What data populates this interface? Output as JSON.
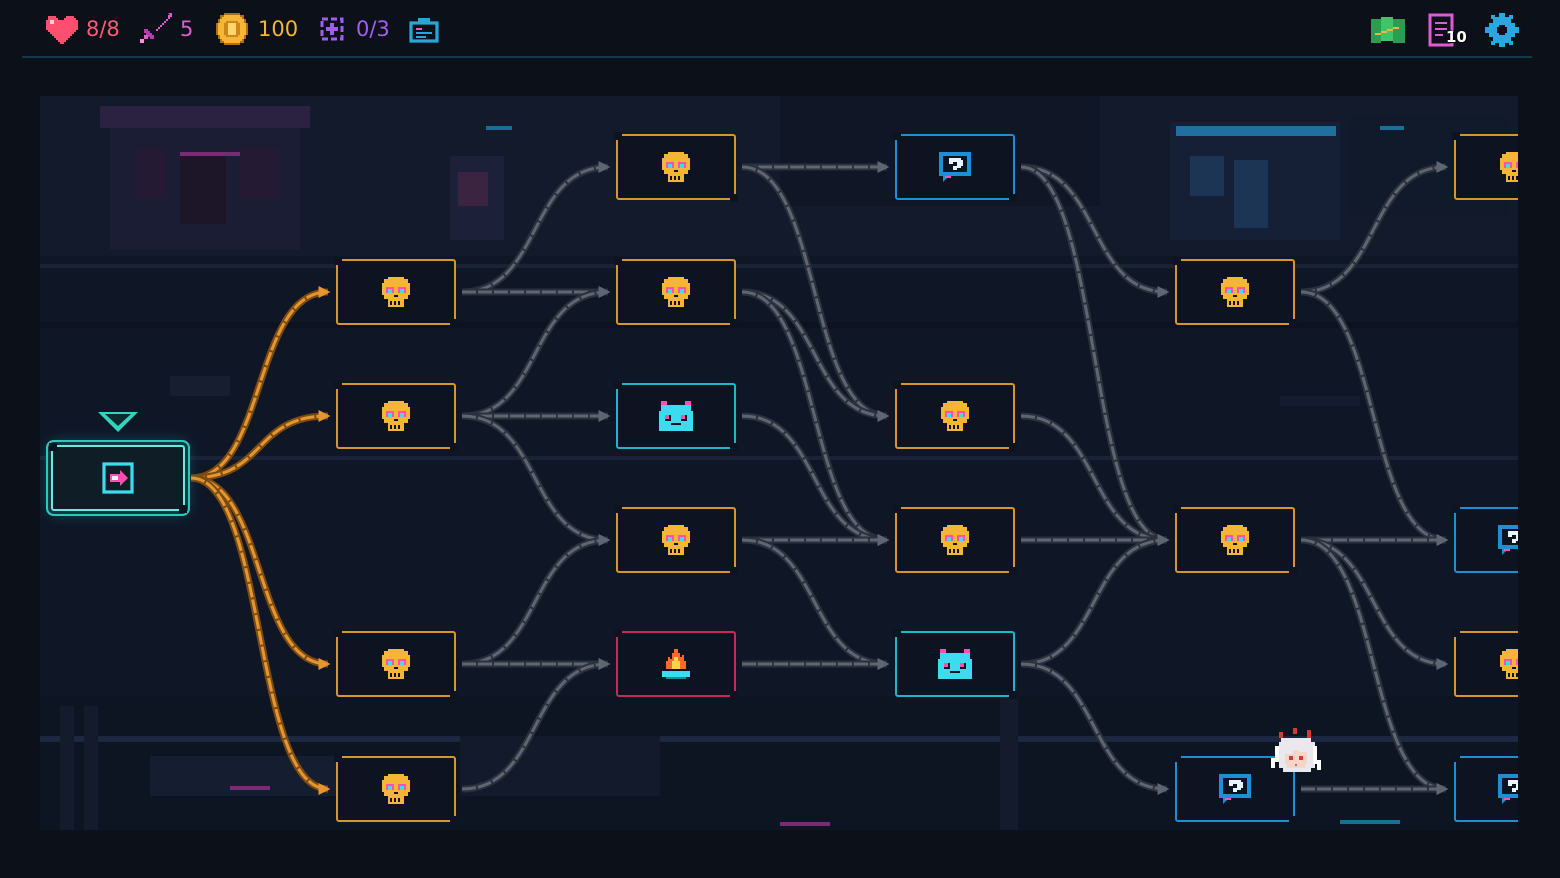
{
  "hud": {
    "health": "8/8",
    "attack": "5",
    "gold": "100",
    "relics": "0/3",
    "deck_count": "10"
  },
  "icons": {
    "health": "heart-icon",
    "attack": "sword-icon",
    "gold": "coin-icon",
    "relics": "relic-icon",
    "inventory": "backpack-icon",
    "map": "map-icon",
    "deck": "deck-icon",
    "settings": "gear-icon"
  },
  "colors": {
    "health": "#ff4f6e",
    "attack": "#e05ad0",
    "gold": "#f4b634",
    "relics": "#a35cf0",
    "accent": "#2ec7be",
    "path_active": "#e69530",
    "path_inactive": "#5e6573"
  },
  "map": {
    "nodes": [
      {
        "id": "start",
        "type": "start"
      },
      {
        "id": "c1r1",
        "type": "enemy"
      },
      {
        "id": "c1r2",
        "type": "enemy"
      },
      {
        "id": "c1r4",
        "type": "enemy"
      },
      {
        "id": "c1r5",
        "type": "enemy"
      },
      {
        "id": "c2r0",
        "type": "enemy"
      },
      {
        "id": "c2r1",
        "type": "enemy"
      },
      {
        "id": "c2r2",
        "type": "shop"
      },
      {
        "id": "c2r3",
        "type": "enemy"
      },
      {
        "id": "c2r4",
        "type": "rest"
      },
      {
        "id": "c3r0",
        "type": "event"
      },
      {
        "id": "c3r2",
        "type": "enemy"
      },
      {
        "id": "c3r3",
        "type": "enemy"
      },
      {
        "id": "c3r4",
        "type": "shop"
      },
      {
        "id": "c4r1",
        "type": "enemy"
      },
      {
        "id": "c4r3",
        "type": "enemy"
      },
      {
        "id": "c4r5",
        "type": "event"
      },
      {
        "id": "c5r0",
        "type": "enemy"
      },
      {
        "id": "c5r3",
        "type": "event"
      },
      {
        "id": "c5r4",
        "type": "enemy"
      },
      {
        "id": "c5r5",
        "type": "event"
      }
    ],
    "edges": [
      [
        "start",
        "c1r1",
        true
      ],
      [
        "start",
        "c1r2",
        true
      ],
      [
        "start",
        "c1r4",
        true
      ],
      [
        "start",
        "c1r5",
        true
      ],
      [
        "c1r1",
        "c2r0",
        false
      ],
      [
        "c1r1",
        "c2r1",
        false
      ],
      [
        "c1r2",
        "c2r1",
        false
      ],
      [
        "c1r2",
        "c2r2",
        false
      ],
      [
        "c1r2",
        "c2r3",
        false
      ],
      [
        "c1r4",
        "c2r3",
        false
      ],
      [
        "c1r4",
        "c2r4",
        false
      ],
      [
        "c1r5",
        "c2r4",
        false
      ],
      [
        "c2r0",
        "c3r0",
        false
      ],
      [
        "c2r0",
        "c3r2",
        false
      ],
      [
        "c2r1",
        "c3r2",
        false
      ],
      [
        "c2r1",
        "c3r3",
        false
      ],
      [
        "c2r2",
        "c3r3",
        false
      ],
      [
        "c2r3",
        "c3r3",
        false
      ],
      [
        "c2r3",
        "c3r4",
        false
      ],
      [
        "c2r4",
        "c3r4",
        false
      ],
      [
        "c3r0",
        "c4r1",
        false
      ],
      [
        "c3r0",
        "c4r3",
        false
      ],
      [
        "c3r2",
        "c4r3",
        false
      ],
      [
        "c3r3",
        "c4r3",
        false
      ],
      [
        "c3r4",
        "c4r3",
        false
      ],
      [
        "c3r4",
        "c4r5",
        false
      ],
      [
        "c4r1",
        "c5r0",
        false
      ],
      [
        "c4r1",
        "c5r3",
        false
      ],
      [
        "c4r3",
        "c5r3",
        false
      ],
      [
        "c4r3",
        "c5r4",
        false
      ],
      [
        "c4r3",
        "c5r5",
        false
      ],
      [
        "c4r5",
        "c5r5",
        false
      ]
    ],
    "current": "start",
    "player_at": "c4r5"
  }
}
